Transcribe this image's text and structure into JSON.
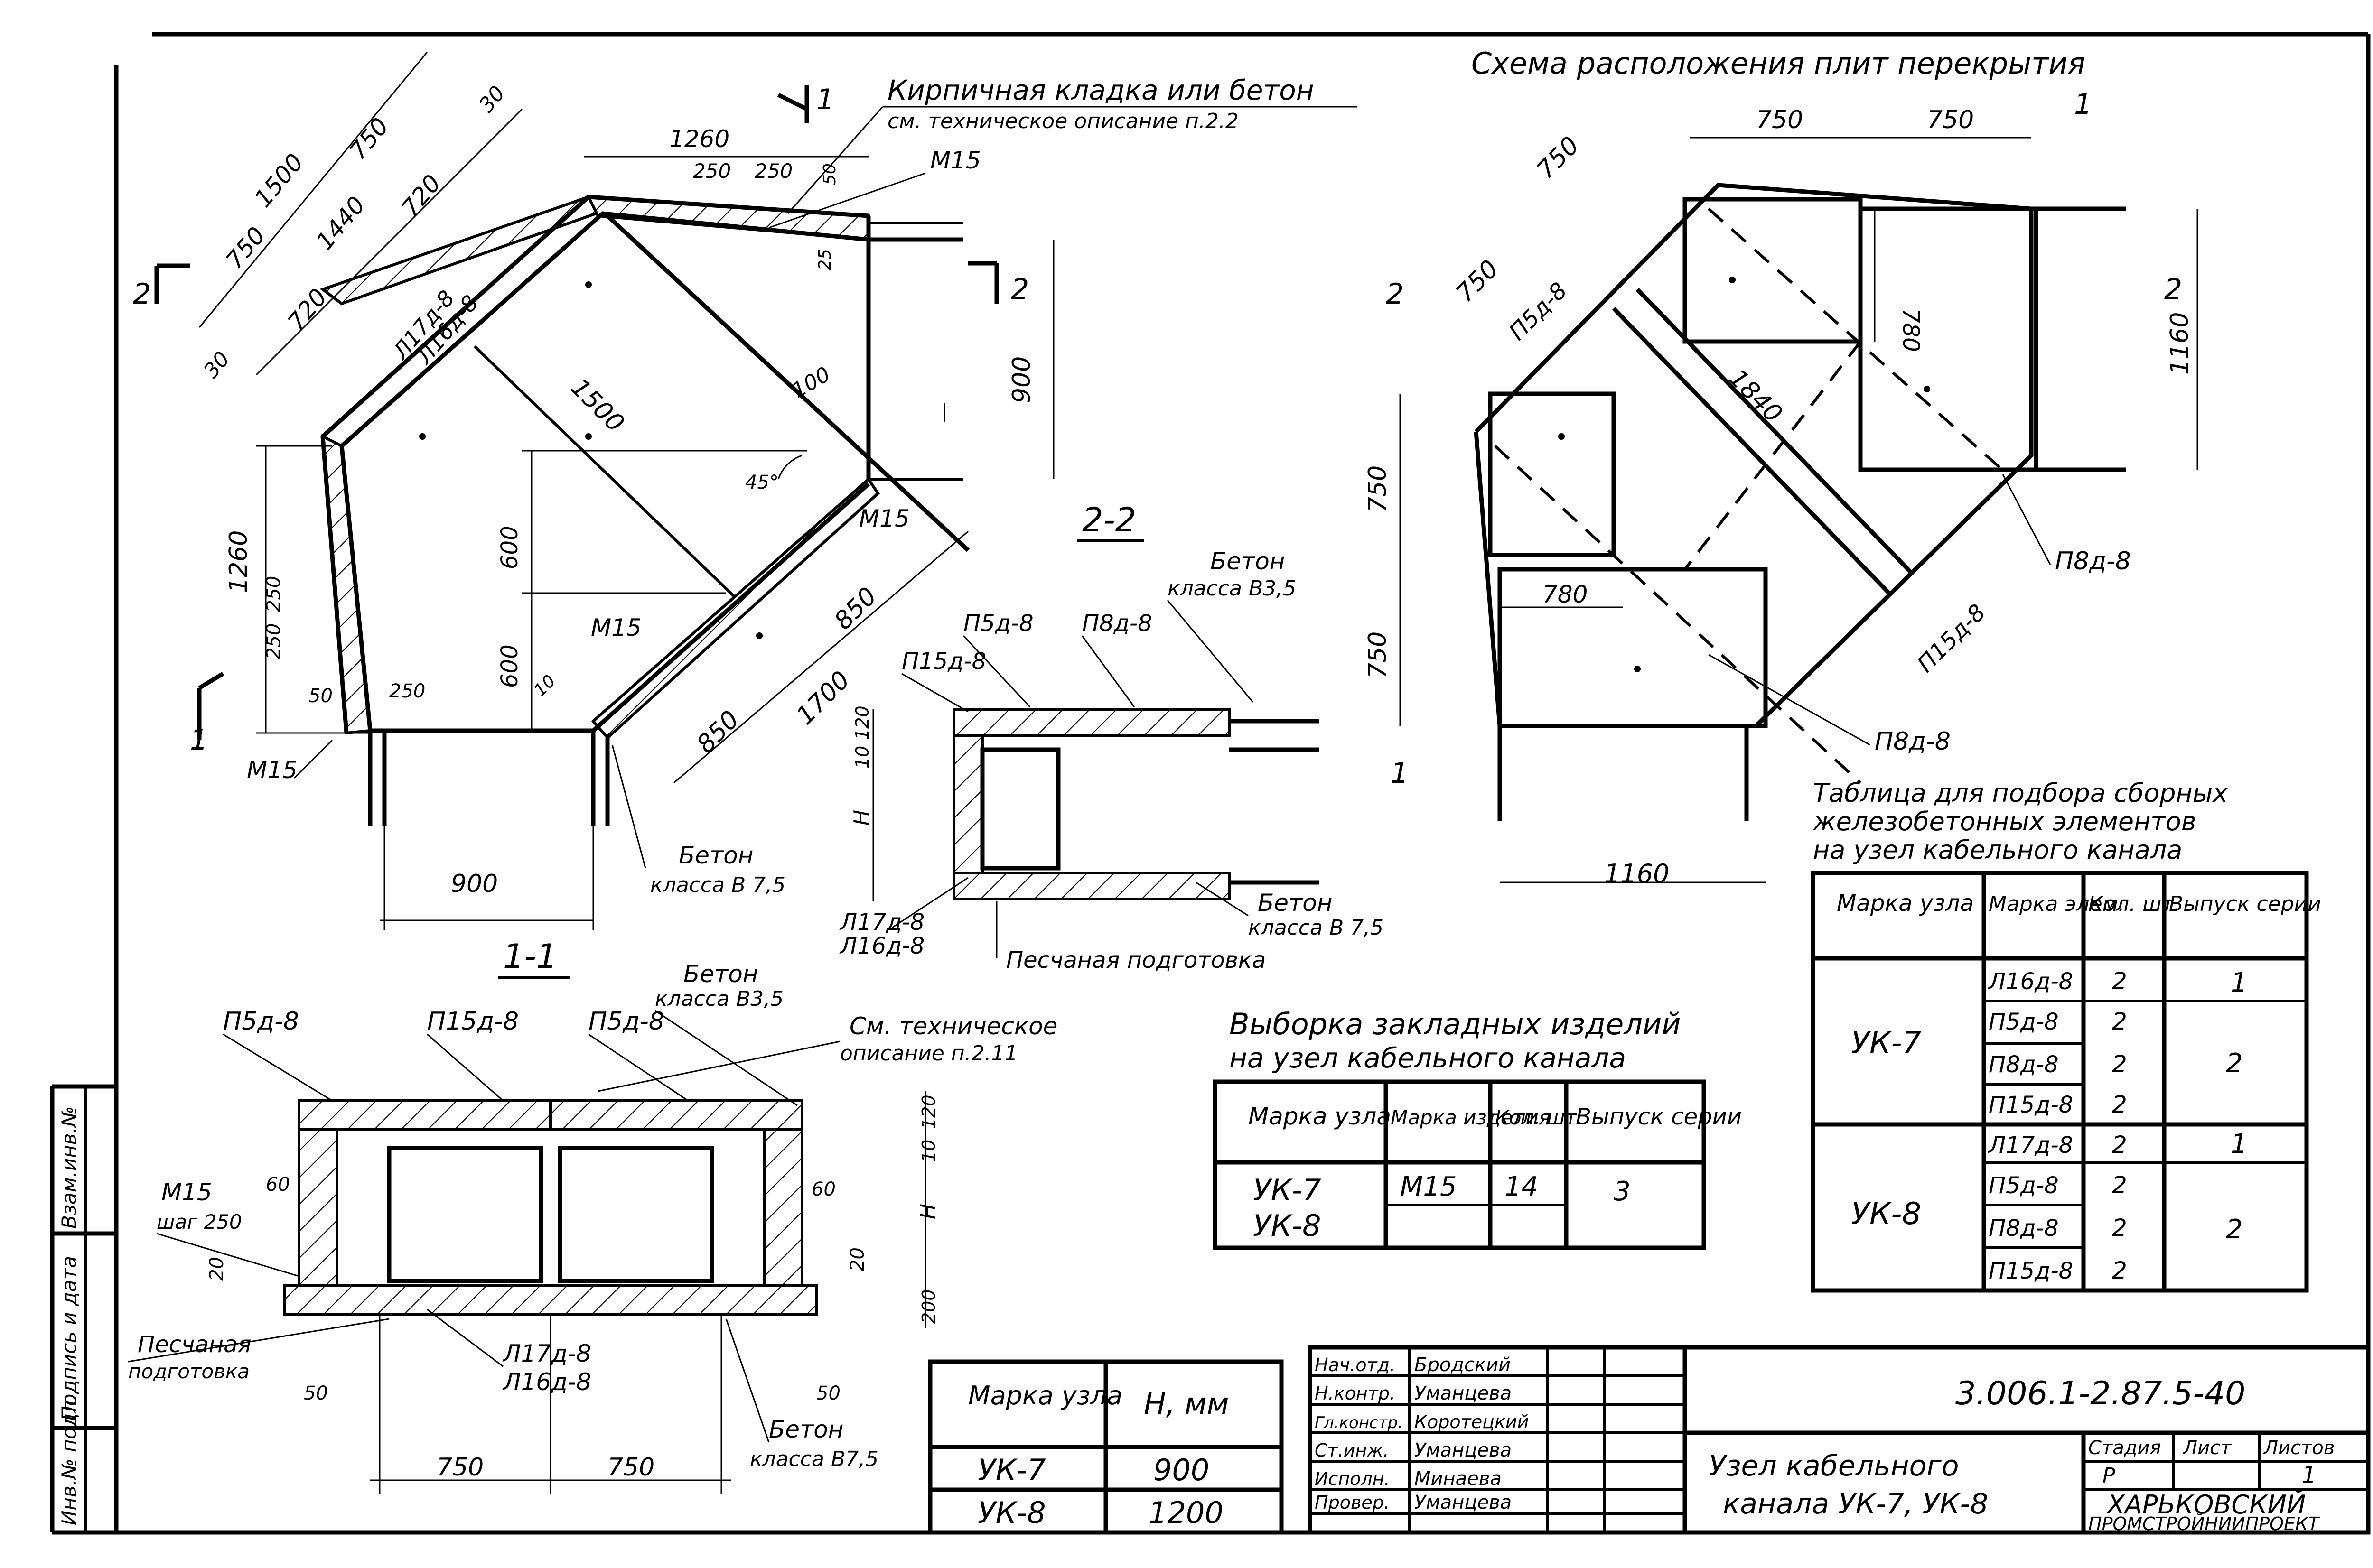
{
  "titles": {
    "schema": "Схема расположения плит перекрытия",
    "section_1_1": "1-1",
    "section_2_2": "2-2",
    "cut_1": "1",
    "cut_2": "2"
  },
  "plan_labels": {
    "brick": "Кирпичная кладка или бетон",
    "brick_ref": "см. техническое описание п.2.2",
    "m15": "М15",
    "l17": "Л17д-8",
    "l16": "Л16д-8",
    "beton": "Бетон",
    "class_75": "класса В 7,5",
    "angle": "45°"
  },
  "plan_dims": [
    "1500",
    "750",
    "750",
    "1440",
    "720",
    "720",
    "30",
    "30",
    "1260",
    "250",
    "250",
    "50",
    "25",
    "900",
    "100",
    "1500",
    "600",
    "600",
    "850",
    "850",
    "1700",
    "1260",
    "250",
    "250",
    "250",
    "50",
    "10",
    "900"
  ],
  "section22_labels": {
    "beton": "Бетон",
    "class_35": "класса В3,5",
    "p5": "П5д-8",
    "p8": "П8д-8",
    "p15": "П15д-8",
    "l17": "Л17д-8",
    "l16": "Л16д-8",
    "beton2": "Бетон",
    "class_75": "класса В 7,5",
    "sand": "Песчаная подготовка",
    "dim_120": "120",
    "dim_10": "10",
    "dim_h": "H"
  },
  "section11_labels": {
    "p5a": "П5д-8",
    "p15": "П15д-8",
    "p5b": "П5д-8",
    "beton": "Бетон",
    "class_35": "класса В3,5",
    "tech": "См. техническое",
    "tech2": "описание п.2.11",
    "m15": "М15",
    "step": "шаг 250",
    "dim60a": "60",
    "dim60b": "60",
    "dim20a": "20",
    "dim20b": "20",
    "dim120": "120",
    "dim10": "10",
    "dim_h": "H",
    "dim200": "200",
    "sand": "Песчаная",
    "sand2": "подготовка",
    "dim50a": "50",
    "dim50b": "50",
    "l17": "Л17д-8",
    "l16": "Л16д-8",
    "beton2": "Бетон",
    "class_75": "класса В7,5",
    "dim750a": "750",
    "dim750b": "750"
  },
  "schema_labels": {
    "dim750a": "750",
    "dim750b": "750",
    "dim750c": "750",
    "dim750d": "750",
    "dim750e": "750",
    "dim750f": "750",
    "dim780a": "780",
    "dim780b": "780",
    "dim1160a": "1160",
    "dim1160b": "1160",
    "dim1840": "1840",
    "p5": "П5д-8",
    "p8a": "П8д-8",
    "p8b": "П8д-8",
    "p15": "П15д-8"
  },
  "h_table": {
    "headers": [
      "Марка узла",
      "H, мм"
    ],
    "rows": [
      [
        "УК-7",
        "900"
      ],
      [
        "УК-8",
        "1200"
      ]
    ]
  },
  "embedded_table": {
    "title1": "Выборка закладных изделий",
    "title2": "на узел кабельного канала",
    "headers": [
      "Марка узла",
      "Марка изделия",
      "Кол. шт.",
      "Выпуск серии"
    ],
    "rows": [
      [
        "УК-7",
        "М15",
        "14",
        "3"
      ],
      [
        "УК-8",
        "",
        "",
        ""
      ]
    ]
  },
  "elements_table": {
    "title1": "Таблица для подбора сборных",
    "title2": "железобетонных элементов",
    "title3": "на узел кабельного канала",
    "headers": [
      "Марка узла",
      "Марка элем.",
      "Кол. шт.",
      "Выпуск серии"
    ],
    "groups": [
      {
        "node": "УК-7",
        "items": [
          [
            "Л16д-8",
            "2"
          ],
          [
            "П5д-8",
            "2"
          ],
          [
            "П8д-8",
            "2"
          ],
          [
            "П15д-8",
            "2"
          ]
        ],
        "series": [
          "1",
          "2"
        ]
      },
      {
        "node": "УК-8",
        "items": [
          [
            "Л17д-8",
            "2"
          ],
          [
            "П5д-8",
            "2"
          ],
          [
            "П8д-8",
            "2"
          ],
          [
            "П15д-8",
            "2"
          ]
        ],
        "series": [
          "1",
          "2"
        ]
      }
    ]
  },
  "title_block": {
    "code": "3.006.1-2.87.5-40",
    "name1": "Узел кабельного",
    "name2": "канала УК-7, УК-8",
    "stage_h": "Стадия",
    "sheet_h": "Лист",
    "sheets_h": "Листов",
    "stage": "Р",
    "sheets": "1",
    "org1": "ХАРЬКОВСКИЙ",
    "org2": "ПРОМСТРОЙНИИПРОЕКТ",
    "roles": [
      [
        "Нач.отд.",
        "Бродский"
      ],
      [
        "Н.контр.",
        "Уманцева"
      ],
      [
        "Гл.констр.",
        "Коротецкий"
      ],
      [
        "Ст.инж.",
        "Уманцева"
      ],
      [
        "Исполн.",
        "Минаева"
      ],
      [
        "Провер.",
        "Уманцева"
      ]
    ]
  },
  "side_stamp": [
    "Инв.№ подл.",
    "Подпись и дата",
    "Взам.инв.№"
  ]
}
